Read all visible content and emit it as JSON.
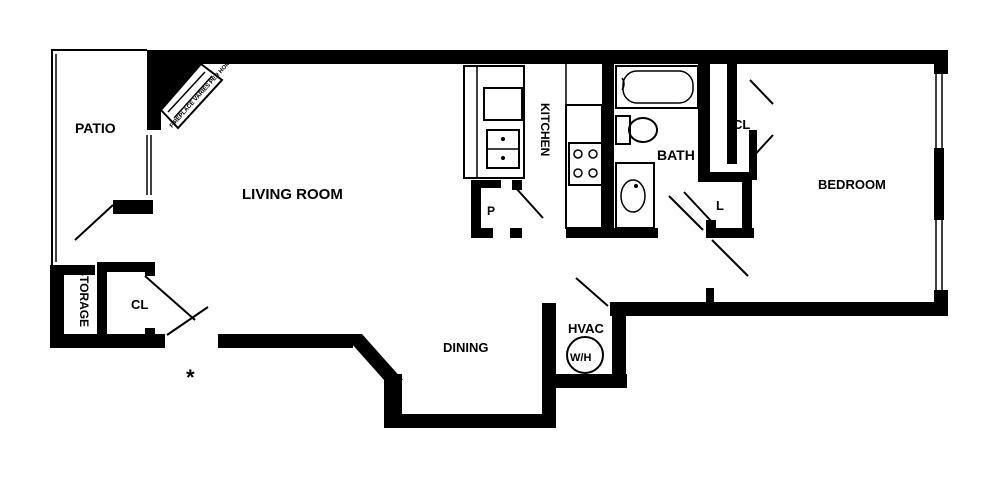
{
  "floor_plan": {
    "rooms": {
      "patio": "PATIO",
      "living_room": "LIVING ROOM",
      "kitchen": "KITCHEN",
      "pantry": "P",
      "bath": "BATH",
      "closet_bath": "CL",
      "linen": "L",
      "bedroom": "BEDROOM",
      "storage": "STORAGE",
      "closet_entry": "CL",
      "dining": "DINING",
      "hvac": "HVAC",
      "water_heater": "W/H"
    },
    "fireplace_note": "FIREPLACE VARIES PER HOME",
    "entry_marker": "*"
  }
}
